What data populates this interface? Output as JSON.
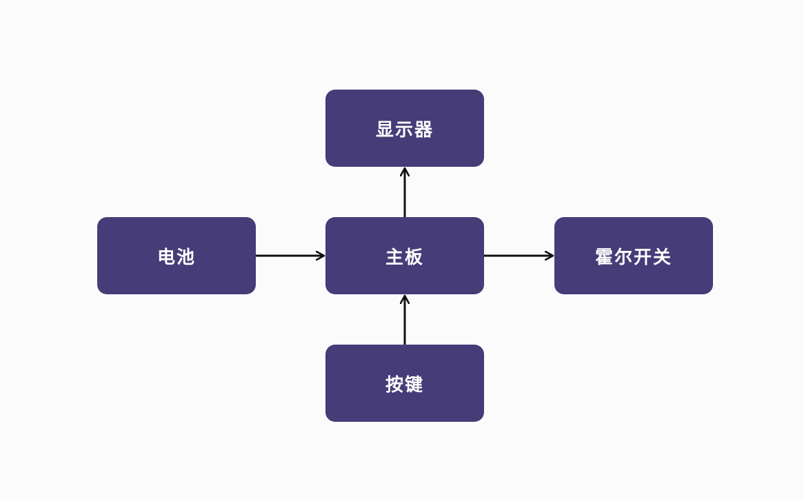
{
  "diagram": {
    "nodes": [
      {
        "id": "display",
        "label": "显示器"
      },
      {
        "id": "battery",
        "label": "电池"
      },
      {
        "id": "mainboard",
        "label": "主板"
      },
      {
        "id": "hall",
        "label": "霍尔开关"
      },
      {
        "id": "keys",
        "label": "按键"
      }
    ],
    "edges": [
      {
        "from": "battery",
        "to": "mainboard"
      },
      {
        "from": "mainboard",
        "to": "display"
      },
      {
        "from": "mainboard",
        "to": "hall"
      },
      {
        "from": "keys",
        "to": "mainboard"
      }
    ],
    "colors": {
      "node_fill": "#463c78",
      "node_text": "#ffffff",
      "edge": "#111111",
      "background": "#fbfbfc"
    }
  }
}
